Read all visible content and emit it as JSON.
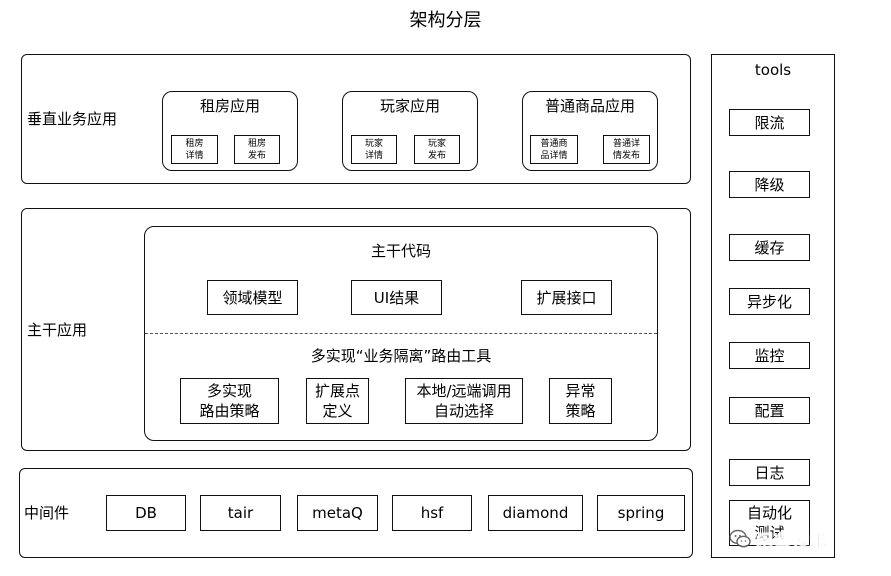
{
  "title": "架构分层",
  "vertical": {
    "label": "垂直业务应用",
    "groups": [
      {
        "title": "租房应用",
        "items": [
          "租房\n详情",
          "租房\n发布"
        ]
      },
      {
        "title": "玩家应用",
        "items": [
          "玩家\n详情",
          "玩家\n发布"
        ]
      },
      {
        "title": "普通商品应用",
        "items": [
          "普通商\n品详情",
          "普通详\n情发布"
        ]
      }
    ]
  },
  "trunk": {
    "label": "主干应用",
    "code_title": "主干代码",
    "code_items": [
      "领域模型",
      "UI结果",
      "扩展接口"
    ],
    "router_title": "多实现“业务隔离”路由工具",
    "router_items": [
      "多实现\n路由策略",
      "扩展点\n定义",
      "本地/远端调用\n自动选择",
      "异常\n策略"
    ]
  },
  "middleware": {
    "label": "中间件",
    "items": [
      "DB",
      "tair",
      "metaQ",
      "hsf",
      "diamond",
      "spring"
    ]
  },
  "tools": {
    "title": "tools",
    "items": [
      "限流",
      "降级",
      "缓存",
      "异步化",
      "监控",
      "配置",
      "日志",
      "自动化\n测试"
    ]
  },
  "watermark": "闲鱼技术"
}
